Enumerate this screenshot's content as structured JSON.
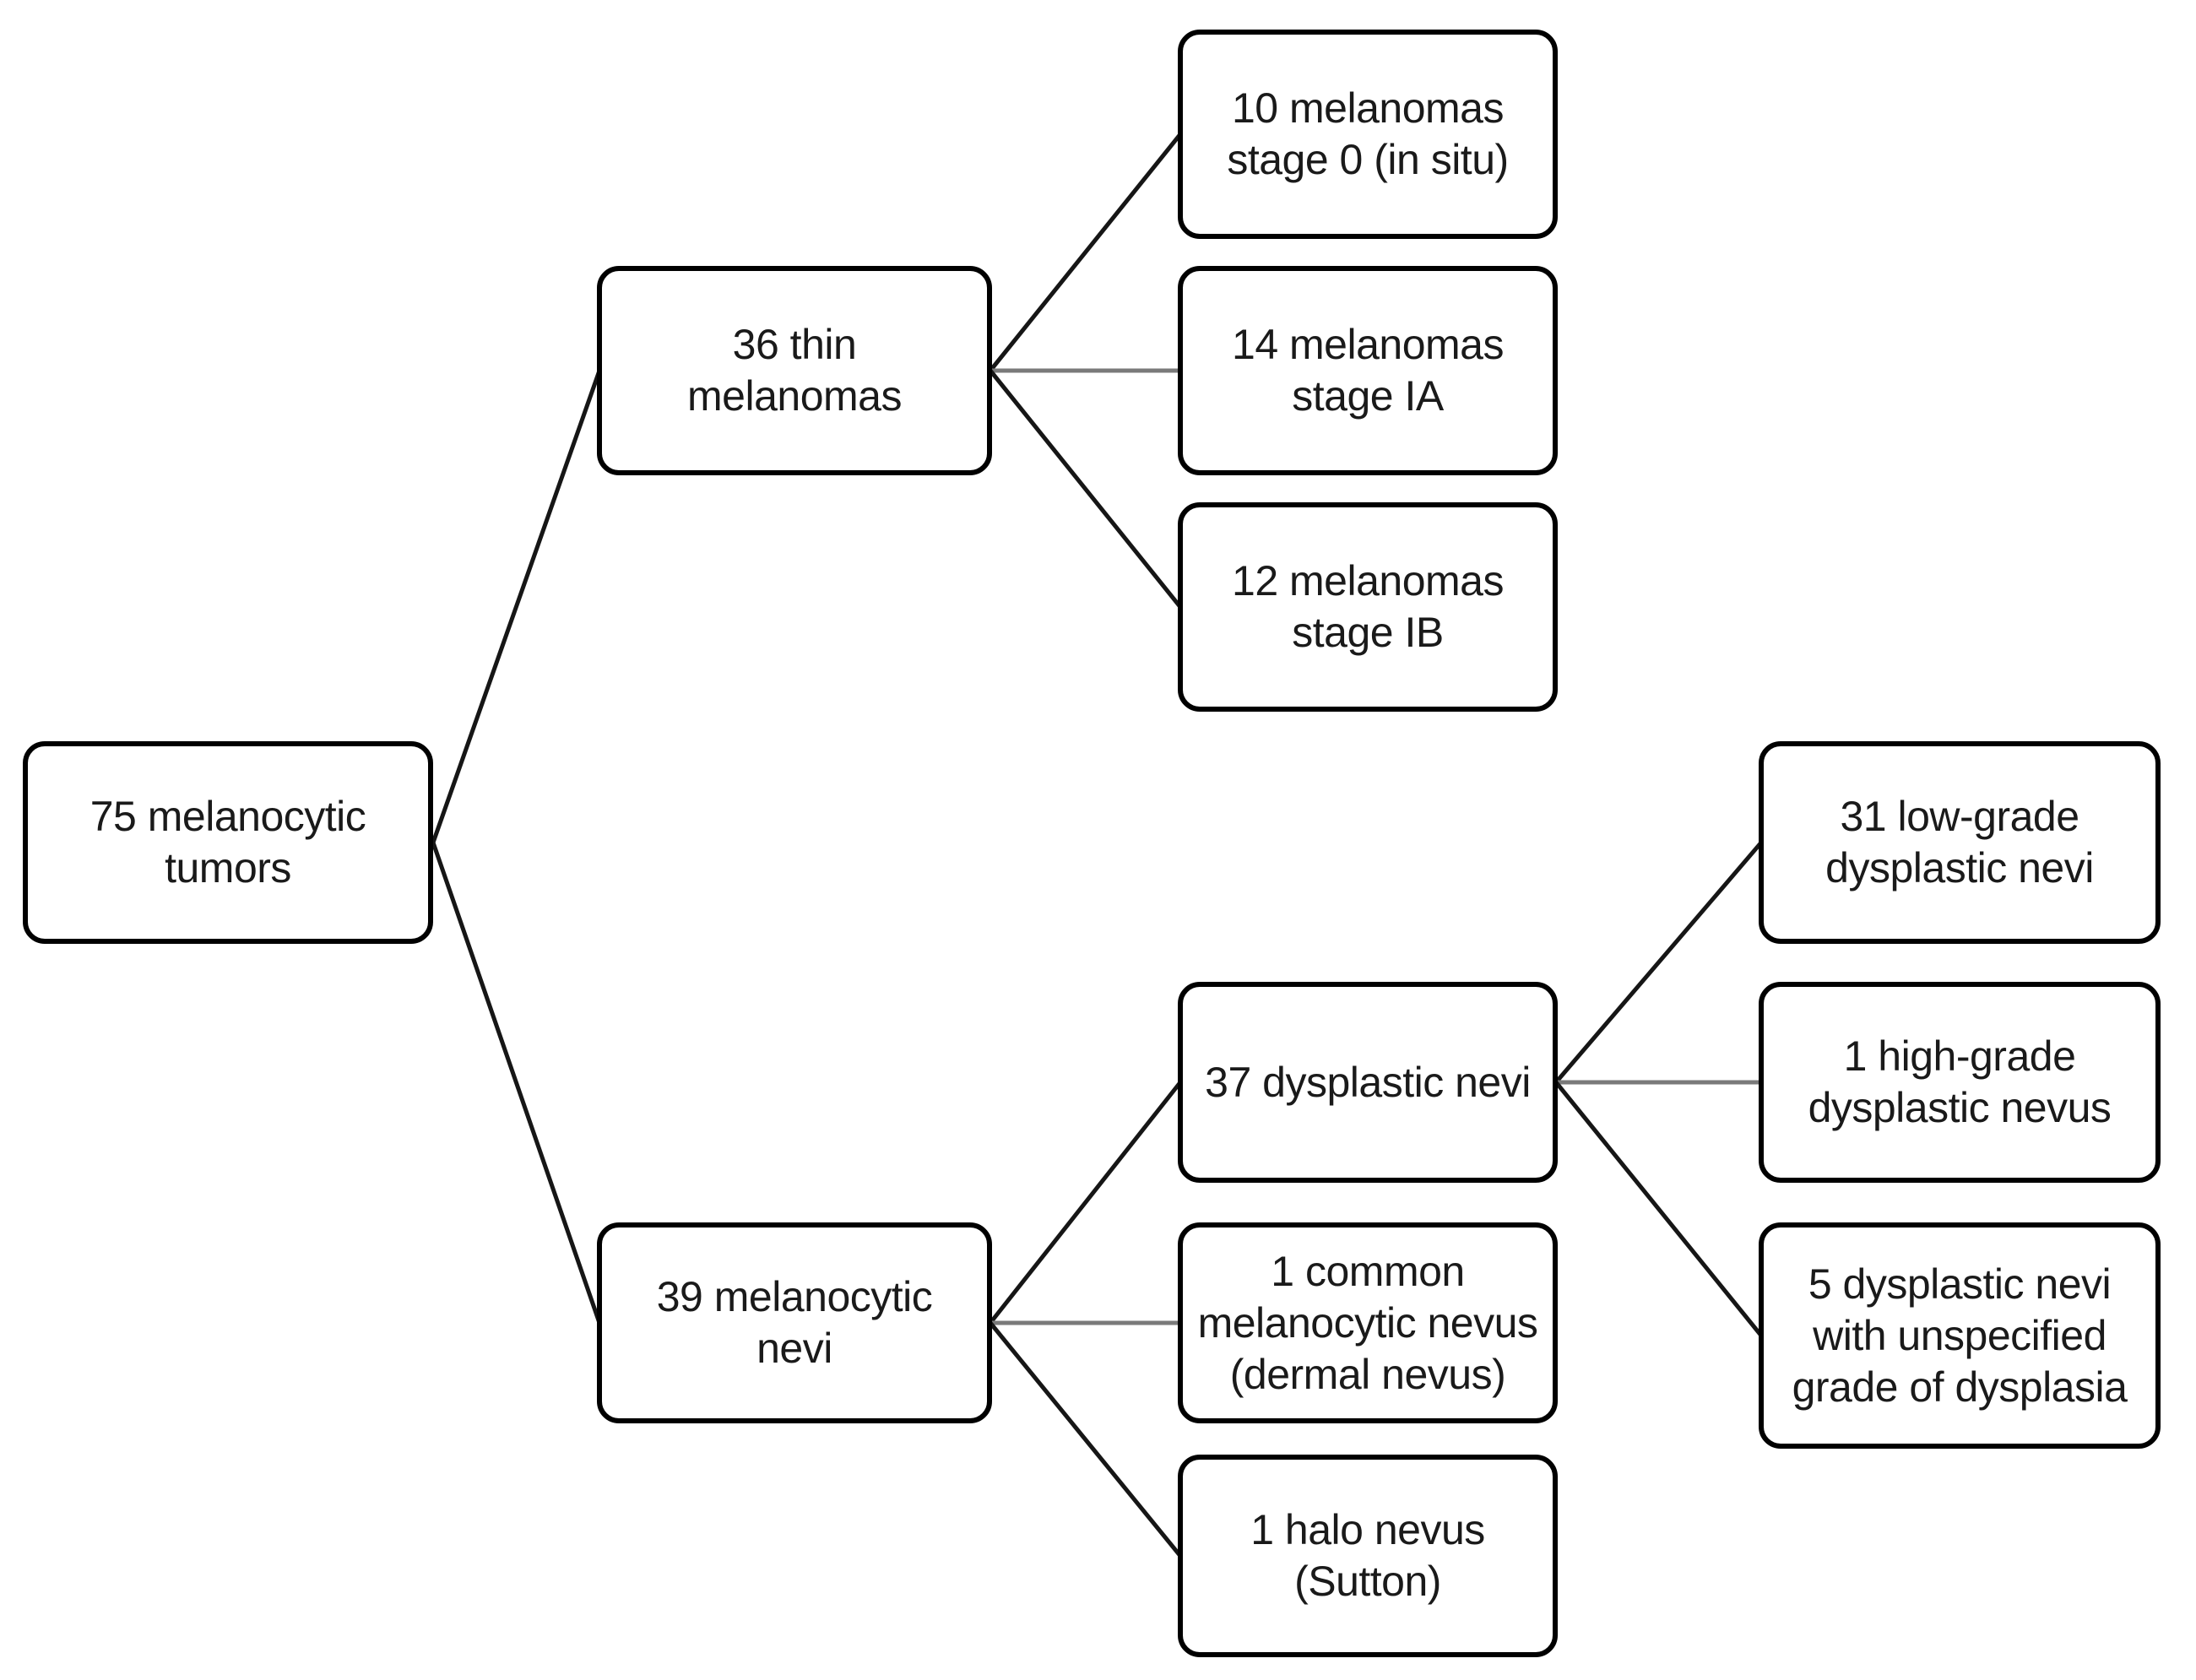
{
  "diagram": {
    "type": "tree-flowchart",
    "background_color": "#ffffff",
    "node_fill_color": "#ffffff",
    "node_border_color": "#000000",
    "text_color": "#1a1a1a",
    "diagonal_connector_color": "#161616",
    "horizontal_connector_color": "#7a7a7a"
  },
  "nodes": {
    "root": {
      "label": "75 melanocytic\ntumors"
    },
    "thin_melanomas": {
      "label": "36 thin\nmelanomas"
    },
    "stage0": {
      "label": "10 melanomas\nstage 0 (in situ)"
    },
    "stageIA": {
      "label": "14 melanomas\nstage IA"
    },
    "stageIB": {
      "label": "12 melanomas\nstage IB"
    },
    "melanocytic_nevi": {
      "label": "39 melanocytic\nnevi"
    },
    "dysplastic_nevi": {
      "label": "37 dysplastic nevi"
    },
    "common_nevus": {
      "label": "1 common\nmelanocytic nevus\n(dermal nevus)"
    },
    "halo_nevus": {
      "label": "1 halo nevus\n(Sutton)"
    },
    "low_grade": {
      "label": "31 low-grade\ndysplastic nevi"
    },
    "high_grade": {
      "label": "1 high-grade\ndysplastic nevus"
    },
    "unspecified_grade": {
      "label": "5 dysplastic nevi\nwith unspecified\ngrade of dysplasia"
    }
  },
  "edges": [
    {
      "from": "root",
      "to": "thin_melanomas"
    },
    {
      "from": "root",
      "to": "melanocytic_nevi"
    },
    {
      "from": "thin_melanomas",
      "to": "stage0"
    },
    {
      "from": "thin_melanomas",
      "to": "stageIA"
    },
    {
      "from": "thin_melanomas",
      "to": "stageIB"
    },
    {
      "from": "melanocytic_nevi",
      "to": "dysplastic_nevi"
    },
    {
      "from": "melanocytic_nevi",
      "to": "common_nevus"
    },
    {
      "from": "melanocytic_nevi",
      "to": "halo_nevus"
    },
    {
      "from": "dysplastic_nevi",
      "to": "low_grade"
    },
    {
      "from": "dysplastic_nevi",
      "to": "high_grade"
    },
    {
      "from": "dysplastic_nevi",
      "to": "unspecified_grade"
    }
  ]
}
